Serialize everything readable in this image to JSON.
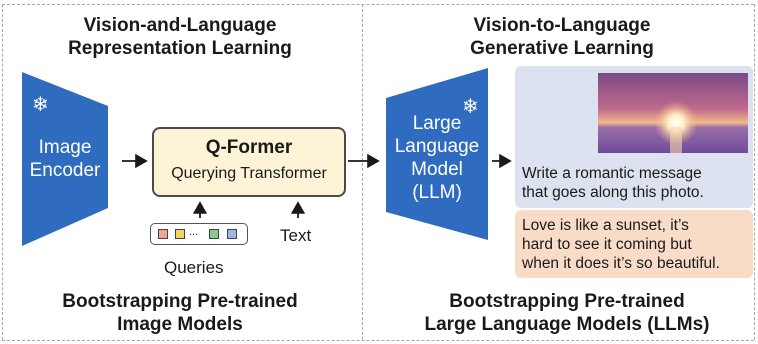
{
  "left_panel": {
    "heading_line1": "Vision-and-Language",
    "heading_line2": "Representation Learning",
    "image_encoder_line1": "Image",
    "image_encoder_line2": "Encoder",
    "qformer_title": "Q-Former",
    "qformer_subtitle": "Querying Transformer",
    "queries_label": "Queries",
    "text_label": "Text",
    "footer_line1": "Bootstrapping Pre-trained",
    "footer_line2": "Image Models"
  },
  "right_panel": {
    "heading_line1": "Vision-to-Language",
    "heading_line2": "Generative Learning",
    "llm_line1": "Large",
    "llm_line2": "Language",
    "llm_line3": "Model",
    "llm_line4": "(LLM)",
    "prompt_line1": "Write a romantic message",
    "prompt_line2": "that goes along this photo.",
    "response_line1": "Love is like a sunset, it’s",
    "response_line2": "hard to see it coming but",
    "response_line3": "when it does it’s so beautiful.",
    "footer_line1": "Bootstrapping Pre-trained",
    "footer_line2": "Large Language Models (LLMs)"
  },
  "icons": {
    "frozen": "snowflake-icon",
    "query_token_colors": [
      "#f2a58a",
      "#f5d36b",
      "#8cc98c",
      "#9fb6e0"
    ],
    "query_ellipsis": "..."
  },
  "colors": {
    "model_blue": "#2f6cc0",
    "qformer_fill": "#fdf3d7",
    "prompt_panel": "#dde2f1",
    "response_panel": "#f8dcc7"
  }
}
